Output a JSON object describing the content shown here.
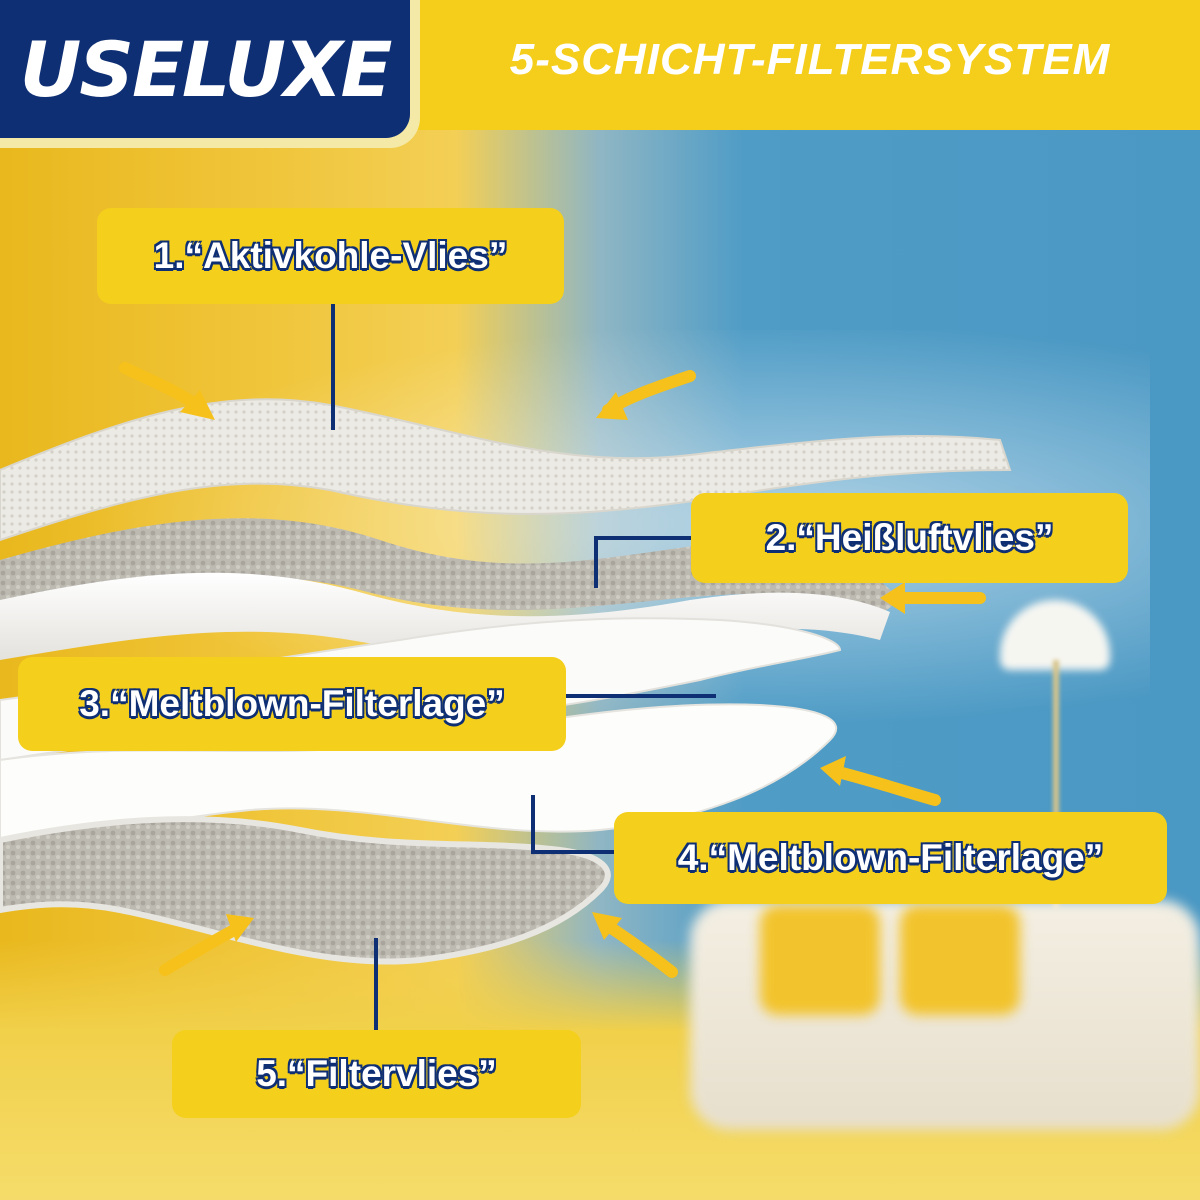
{
  "brand": {
    "name": "USELUXE"
  },
  "header": {
    "title": "5-SCHICHT-FILTERSYSTEM"
  },
  "layers": [
    {
      "label": "1.“Aktivkohle-Vlies”"
    },
    {
      "label": "2.“Heißluftvlies”"
    },
    {
      "label": "3.“Meltblown-Filterlage”"
    },
    {
      "label": "4.“Meltblown-Filterlage”"
    },
    {
      "label": "5.“Filtervlies”"
    }
  ],
  "colors": {
    "brand_navy": "#0f2f74",
    "accent_yellow": "#f4cf1c",
    "arrow_yellow": "#f6c11a"
  },
  "icons": [
    "airflow-arrow-icon"
  ]
}
